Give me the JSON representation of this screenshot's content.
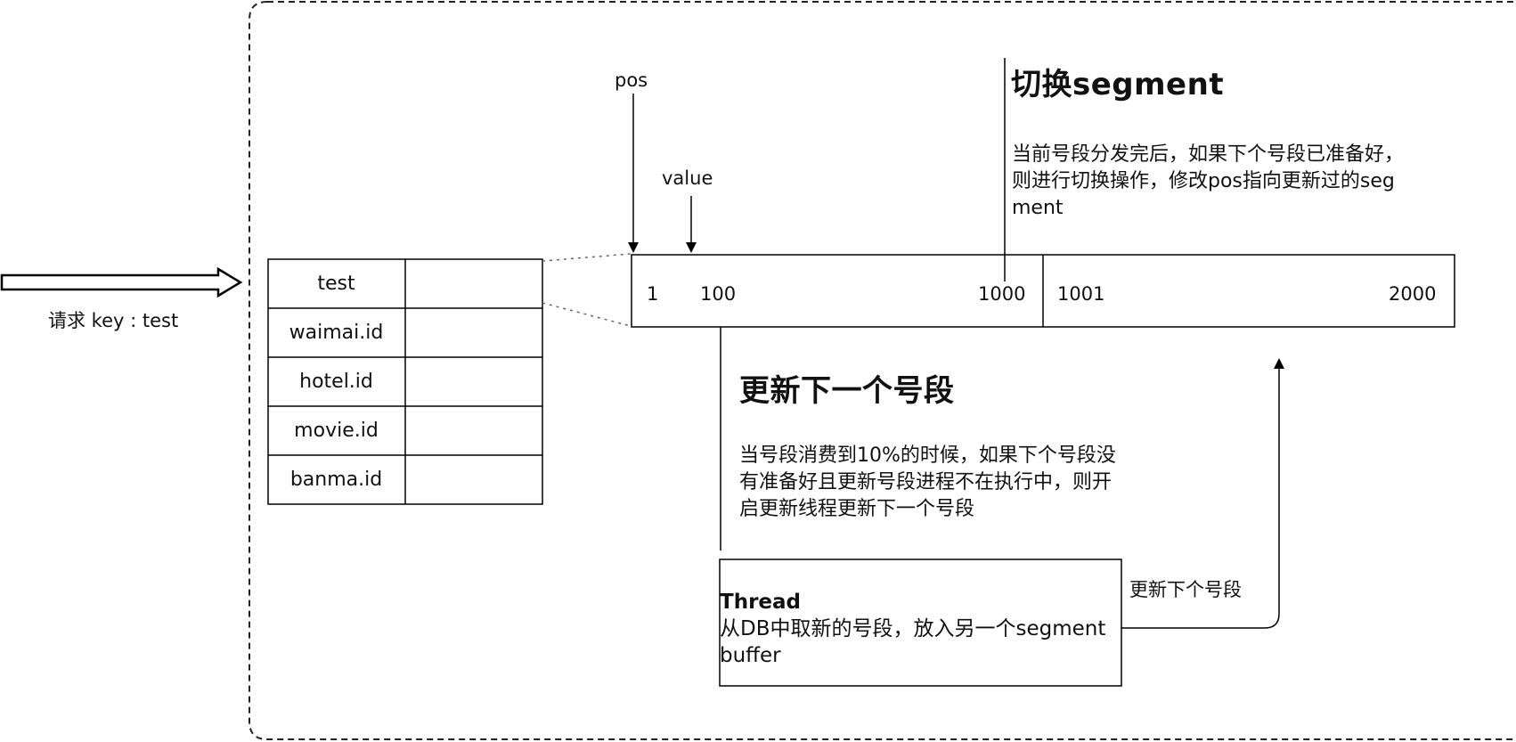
{
  "request": {
    "label": "请求 key : test"
  },
  "key_map": {
    "rows": [
      {
        "key": "test",
        "value": ""
      },
      {
        "key": "waimai.id",
        "value": ""
      },
      {
        "key": "hotel.id",
        "value": ""
      },
      {
        "key": "movie.id",
        "value": ""
      },
      {
        "key": "banma.id",
        "value": ""
      }
    ]
  },
  "pointers": {
    "pos": "pos",
    "value": "value"
  },
  "segment_buffer": {
    "seg1": {
      "start": "1",
      "current": "100",
      "end": "1000"
    },
    "seg2": {
      "start": "1001",
      "end": "2000"
    }
  },
  "switch_note": {
    "title": "切换segment",
    "text": "当前号段分发完后，如果下个号段已准备好，则进行切换操作，修改pos指向更新过的segment"
  },
  "update_note": {
    "title": "更新下一个号段",
    "text": "当号段消费到10%的时候，如果下个号段没有准备好且更新号段进程不在执行中，则开启更新线程更新下一个号段"
  },
  "thread": {
    "title": "Thread",
    "text": "从DB中取新的号段，放入另一个segment buffer"
  },
  "thread_arrow_label": "更新下个号段"
}
